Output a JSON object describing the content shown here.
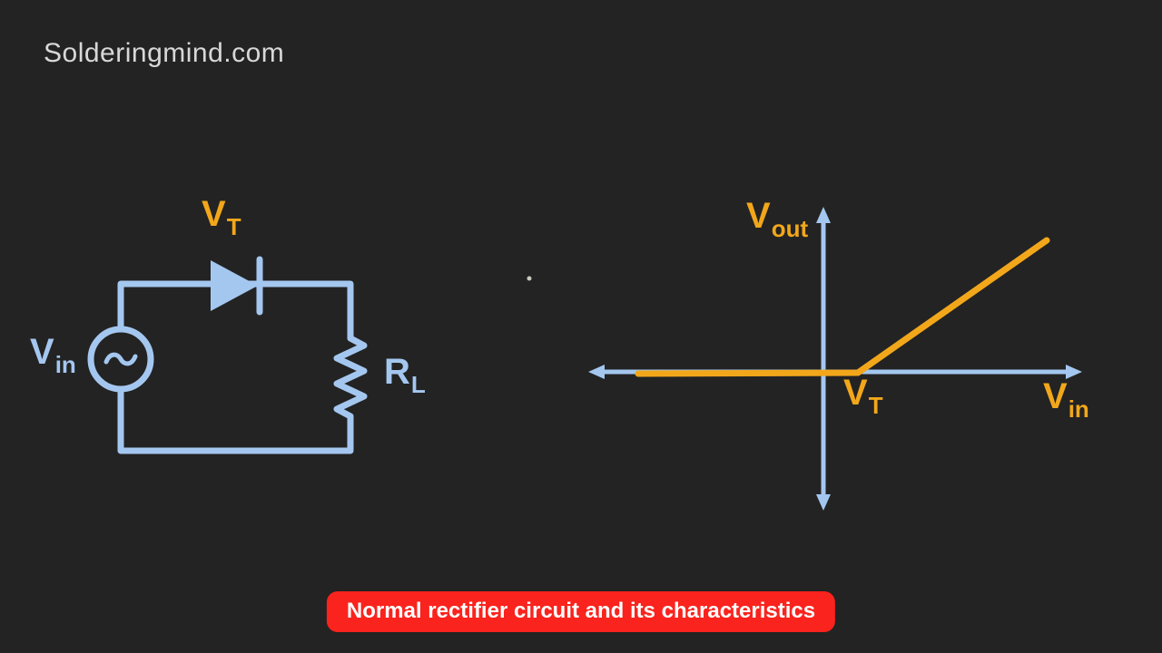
{
  "watermark": "Solderingmind.com",
  "colors": {
    "background": "#232323",
    "circuit_blue": "#a4c7f0",
    "accent_amber": "#f2a71b",
    "badge_red": "#fa231d",
    "badge_text": "#ffffff",
    "watermark_gray": "#d8d8d8",
    "dot_gray": "#c9c9bd"
  },
  "circuit": {
    "source_label": {
      "main": "V",
      "sub": "in"
    },
    "diode_label": {
      "main": "V",
      "sub": "T"
    },
    "resistor_label": {
      "main": "R",
      "sub": "L"
    }
  },
  "graph": {
    "y_axis_label": {
      "main": "V",
      "sub": "out"
    },
    "x_axis_label": {
      "main": "V",
      "sub": "in"
    },
    "threshold_label": {
      "main": "V",
      "sub": "T"
    }
  },
  "caption": "Normal rectifier circuit and its characteristics",
  "chart_data": {
    "type": "line",
    "title": "",
    "xlabel": "V_in",
    "ylabel": "V_out",
    "legend": "none",
    "grid": false,
    "axes_style": "qualitative axes crossing at origin with arrowheads on all four ends, no tick labels",
    "annotations": [
      "V_T marked on the positive x-axis at the knee point"
    ],
    "series": [
      {
        "name": "rectifier transfer characteristic",
        "description": "V_out = 0 for V_in below threshold V_T; rises linearly with positive slope for V_in above V_T",
        "segments": [
          {
            "from_x": "far negative V_in",
            "to_x": "V_T",
            "v_out": 0
          },
          {
            "from_x": "V_T",
            "to_x": "far positive V_in",
            "v_out": "linear increase from 0"
          }
        ]
      }
    ]
  }
}
